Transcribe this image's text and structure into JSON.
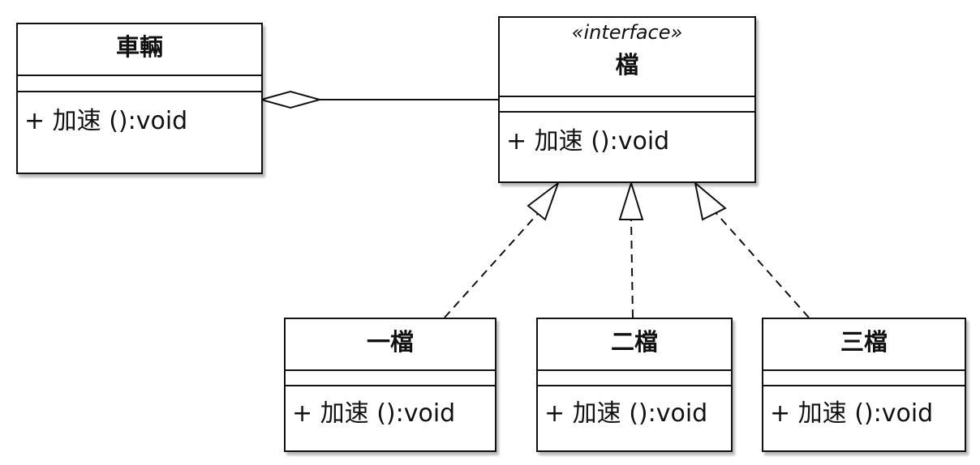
{
  "diagram": {
    "vehicle": {
      "name": "車輛",
      "operation": "+ 加速 ():void"
    },
    "gear_interface": {
      "stereotype": "«interface»",
      "name": "檔",
      "operation": "+ 加速 ():void"
    },
    "implementations": [
      {
        "name": "一檔",
        "operation": "+ 加速 ():void"
      },
      {
        "name": "二檔",
        "operation": "+ 加速 ():void"
      },
      {
        "name": "三檔",
        "operation": "+ 加速 ():void"
      }
    ],
    "colors": {
      "line": "#111111",
      "box_fill": "#ffffff"
    }
  }
}
